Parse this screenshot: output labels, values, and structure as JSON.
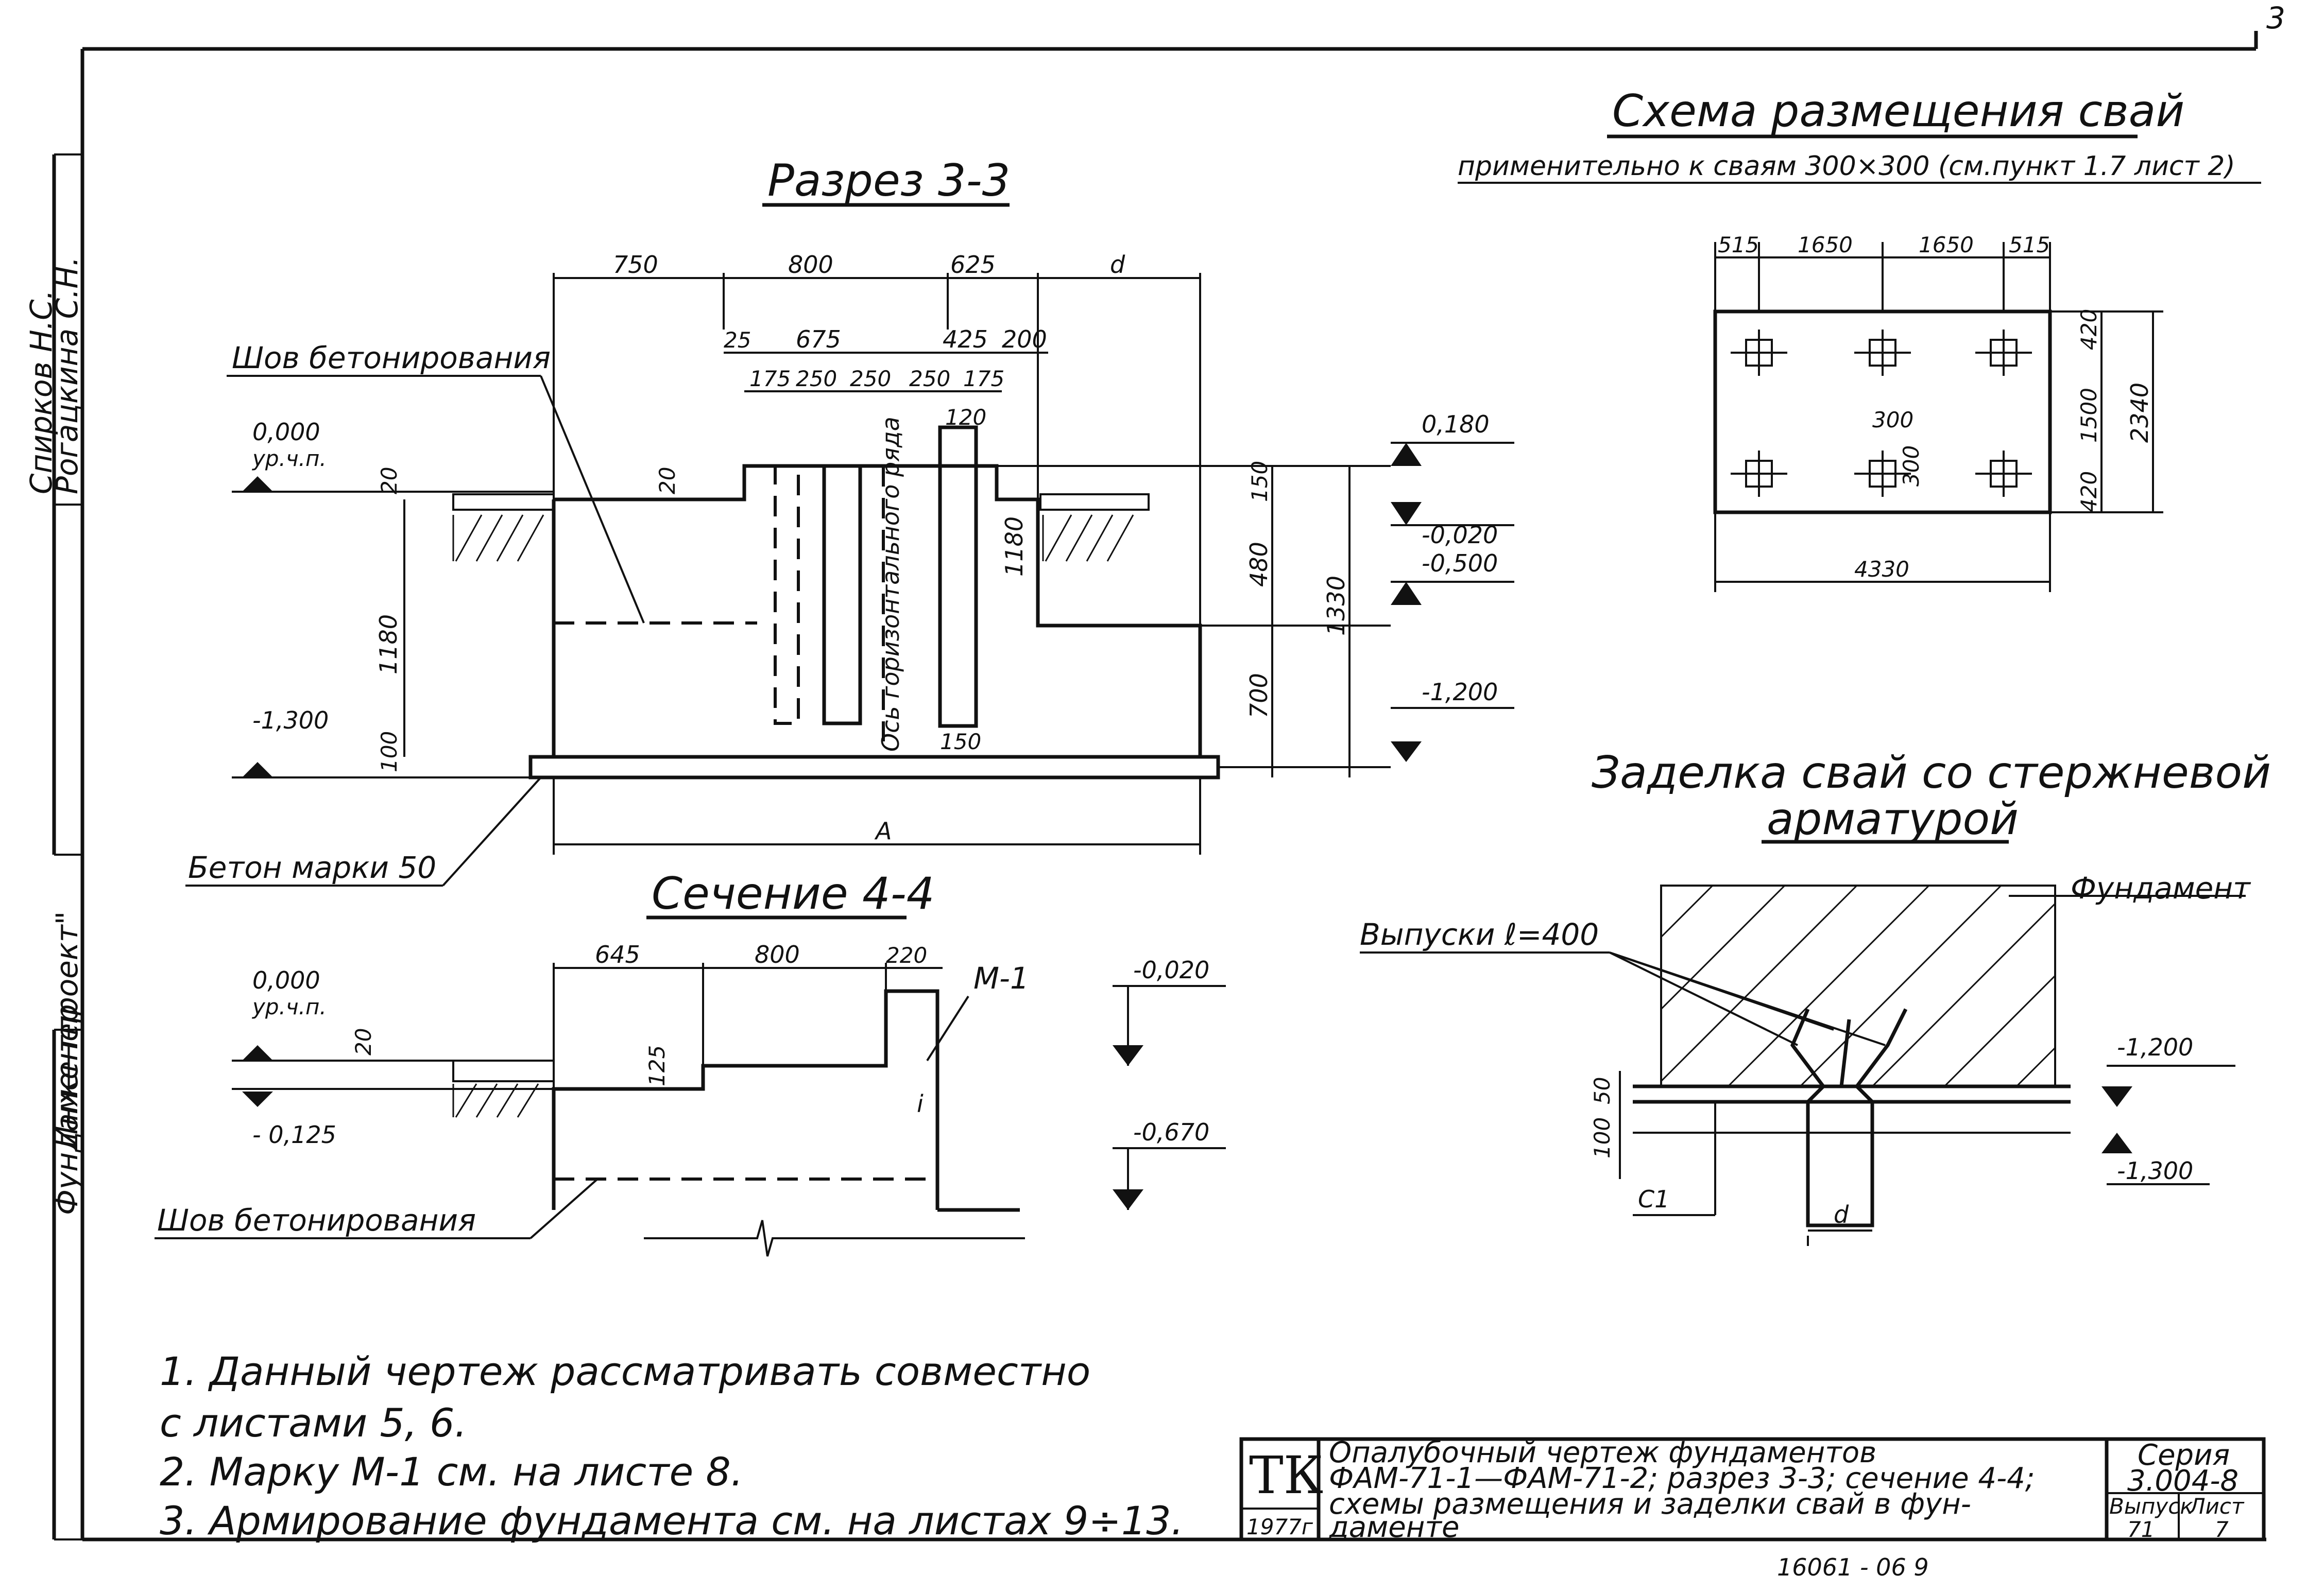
{
  "sheet_corner": "3",
  "left_strip": {
    "name_1": "Спирков Н.С.",
    "name_2": "Рогацкина С.Н.",
    "org": "Фундаментпроект\"",
    "role": "Инженер"
  },
  "section_33": {
    "title": "Разрез 3-3",
    "label_seam": "Шов бетонирования",
    "label_concrete": "Бетон марки 50",
    "axis_label": "Ось горизонтального ряда",
    "level_000": "0,000",
    "level_000_sub": "ур.ч.п.",
    "level_m1300": "-1,300",
    "level_0180": "0,180",
    "level_m0020": "-0,020",
    "level_m0500": "-0,500",
    "level_m1200": "-1,200",
    "dims_top": [
      "750",
      "800",
      "625",
      "d"
    ],
    "dims_second": [
      "25",
      "675",
      "425",
      "200"
    ],
    "dims_third": [
      "175",
      "250",
      "250",
      "250",
      "175"
    ],
    "dim_120": "120",
    "dim_150": "150",
    "dim_20a": "20",
    "dim_20b": "20",
    "dim_1180_left": "1180",
    "dim_1180_right": "1180",
    "dim_100": "100",
    "dim_150_right": "150",
    "dim_480": "480",
    "dim_700": "700",
    "dim_1330": "1330",
    "dim_A": "A"
  },
  "section_44": {
    "title": "Сечение 4-4",
    "label_seam": "Шов бетонирования",
    "level_000": "0,000",
    "level_000_sub": "ур.ч.п.",
    "level_m0125": "- 0,125",
    "level_m0020": "-0,020",
    "level_m0670": "-0,670",
    "mark": "М-1",
    "mark_i": "i",
    "dims_top": [
      "645",
      "800",
      "220"
    ],
    "dim_20": "20",
    "dim_125": "125"
  },
  "pile_scheme": {
    "title": "Схема размещения свай",
    "subtitle": "применительно к сваям 300×300 (см.пункт 1.7 лист 2)",
    "dims_top": [
      "515",
      "1650",
      "1650",
      "515"
    ],
    "dims_right": [
      "420",
      "1500",
      "420"
    ],
    "dim_total_h": "2340",
    "dim_total_w": "4330",
    "dim_300a": "300",
    "dim_300b": "300"
  },
  "pile_embed": {
    "title_1": "Заделка свай со стержневой",
    "title_2": "арматурой",
    "label_foundation": "Фундамент",
    "label_outlets": "Выпуски ℓ=400",
    "level_m1200": "-1,200",
    "level_m1300": "-1,300",
    "dim_50": "50",
    "dim_100": "100",
    "label_c1": "С1",
    "label_d": "d"
  },
  "notes": [
    "1.  Данный чертеж рассматривать совместно",
    "     с листами  5, 6.",
    "2.  Марку  М-1  см. на  листе  8.",
    "3.  Армирование  фундамента  см. на  листах  9÷13."
  ],
  "stamp": {
    "tk": "ТК",
    "year": "1977г",
    "description_1": "Опалубочный   чертеж   фундаментов",
    "description_2": "ФАМ-71-1—ФАМ-71-2; разрез 3-3; сечение 4-4;",
    "description_3": "схемы  размещения  и  заделки  свай  в  фун-",
    "description_4": "даменте",
    "series_label": "Серия",
    "series_value": "3.004-8",
    "issue_label": "Выпуск",
    "issue_value": "71",
    "sheet_label": "Лист",
    "sheet_value": "7"
  },
  "footer_number": "16061 - 06     9"
}
